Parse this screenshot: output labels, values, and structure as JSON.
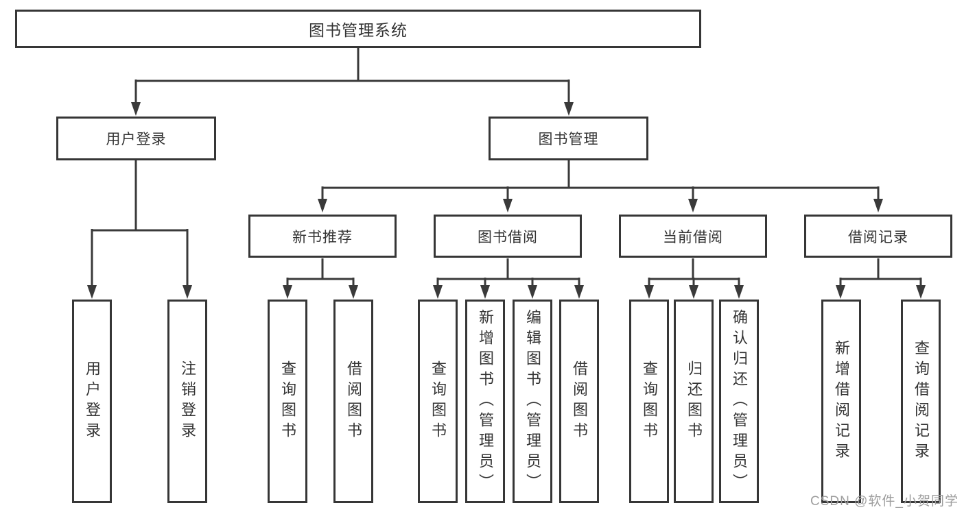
{
  "colors": {
    "background": "#ffffff",
    "line": "#3a3a3a",
    "box_border": "#363636",
    "text": "#333333",
    "watermark": "#9e9e9e"
  },
  "watermark": {
    "text": "CSDN @软件_小贺同学"
  },
  "tree": {
    "root": {
      "label": "图书管理系统"
    },
    "user_login": {
      "label": "用户登录",
      "children": [
        "用户登录",
        "注销登录"
      ]
    },
    "book_mgmt": {
      "label": "图书管理",
      "groups": {
        "new_book": {
          "label": "新书推荐",
          "children": [
            "查询图书",
            "借阅图书"
          ]
        },
        "borrowing": {
          "label": "图书借阅",
          "children": [
            "查询图书",
            "新增图书（管理员）",
            "编辑图书（管理员）",
            "借阅图书"
          ]
        },
        "current": {
          "label": "当前借阅",
          "children": [
            "查询图书",
            "归还图书",
            "确认归还（管理员）"
          ]
        },
        "records": {
          "label": "借阅记录",
          "children": [
            "新增借阅记录",
            "查询借阅记录"
          ]
        }
      }
    }
  }
}
